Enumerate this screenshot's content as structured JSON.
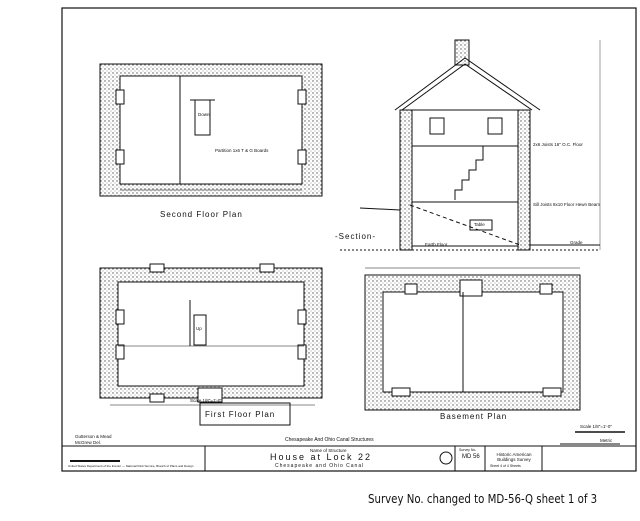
{
  "drawing": {
    "second_floor_plan": {
      "title": "Second Floor Plan",
      "note": "Partition 1x6 T & G Boards",
      "stair": "Down"
    },
    "first_floor_plan": {
      "title": "First Floor Plan",
      "stair": "Up",
      "scale_note": "Scale 1/8\"=1'-0\""
    },
    "section": {
      "title": "-Section-",
      "notes": [
        "2x6 Joists 16\" O.C. Floor",
        "Sill Joists 8x10 Floor Hewn Beam",
        "Earth Floor",
        "Grade",
        "Table"
      ]
    },
    "basement_plan": {
      "title": "Basement Plan"
    }
  },
  "title_block": {
    "drafters": [
      "Gutterson & Mead",
      "McGrew  Del."
    ],
    "series": "Chesapeake And Ohio Canal Structures",
    "name_caption": "Name of Structure",
    "name": "House at Lock 22",
    "location": "Chesapeake and Ohio Canal",
    "agency": "United States Department of the Interior — National Park Service, Branch of Plans and Design",
    "survey_caption": "Survey No.",
    "survey_no": "MD 56",
    "program": "Historic American Buildings Survey",
    "sheet": "Sheet 4 of 4 Sheets",
    "scale": "Scale 1/8\"=1'-0\"",
    "metric": "Metric"
  },
  "annotation": "Survey No. changed to MD-56-Q sheet 1 of 3"
}
